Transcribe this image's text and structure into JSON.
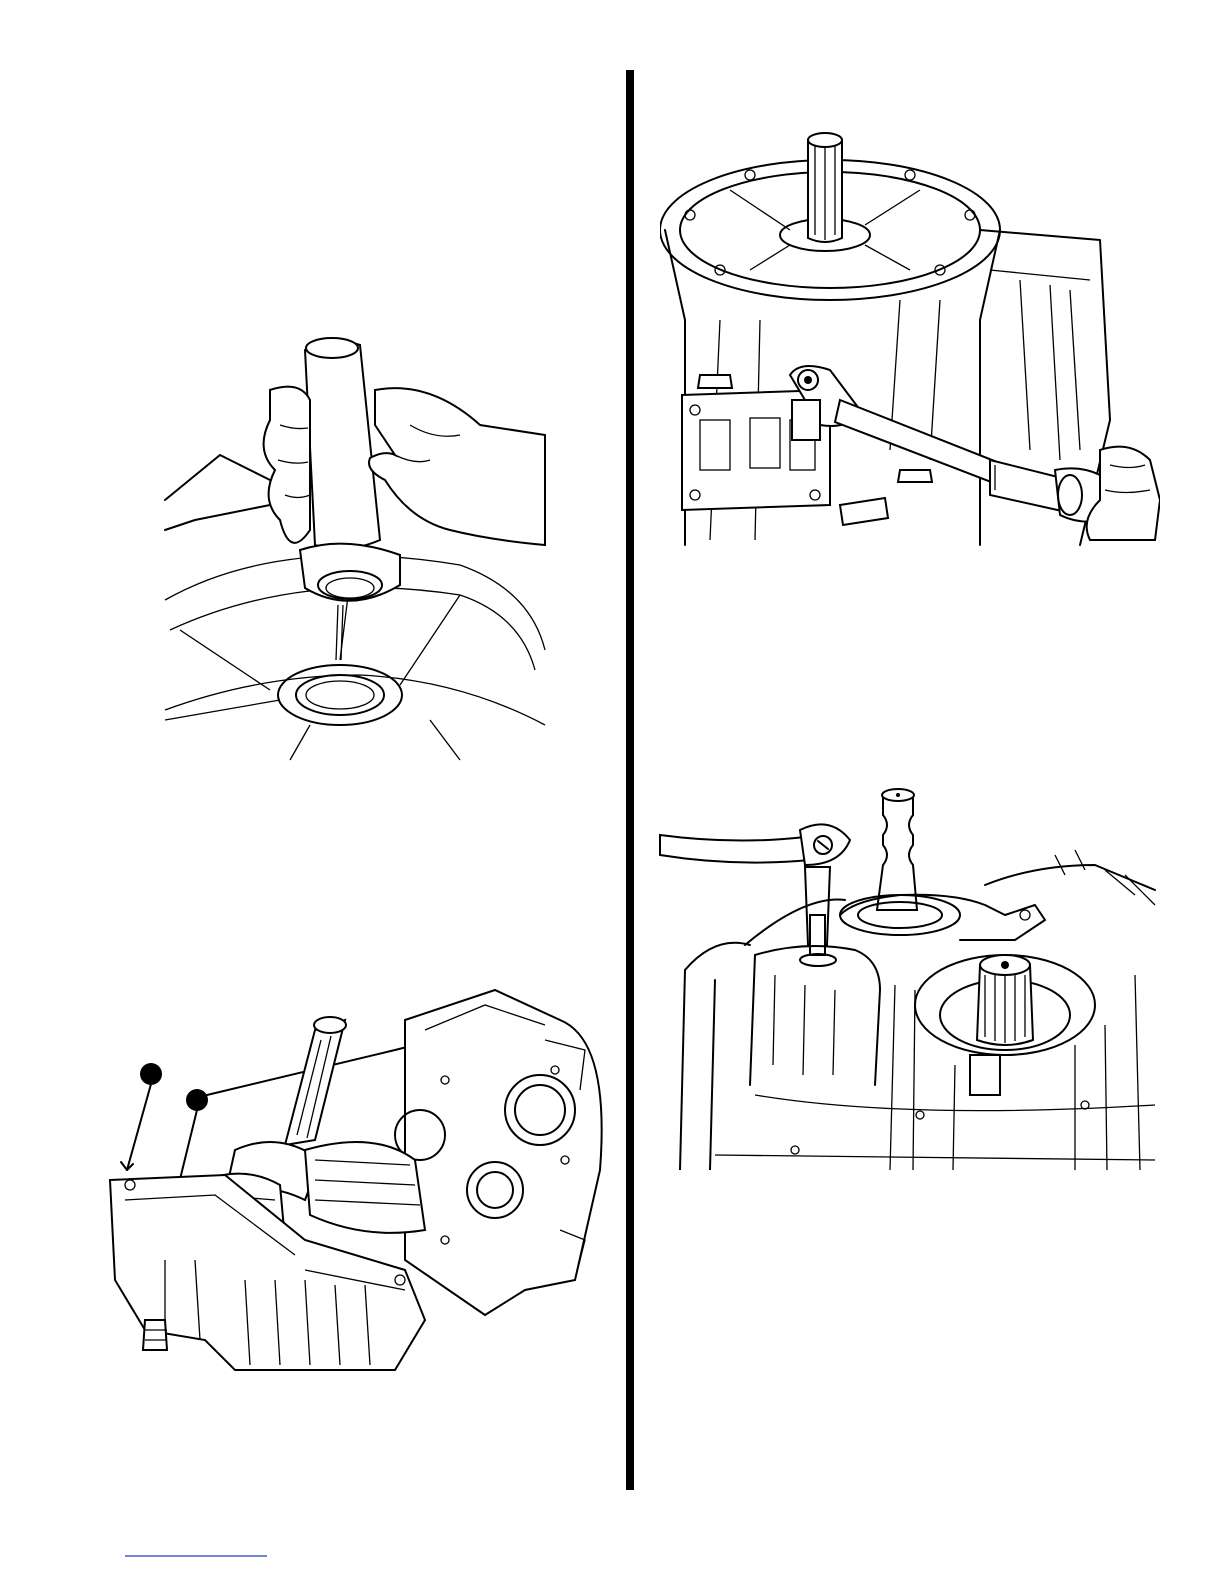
{
  "page": {
    "figures": [
      {
        "id": "seal-installer",
        "icon": "seal-installer-illustration"
      },
      {
        "id": "torque-wrench",
        "icon": "torque-wrench-illustration"
      },
      {
        "id": "gearset-housing",
        "icon": "gearset-assembly-illustration"
      },
      {
        "id": "bearing-retainer-bolt",
        "icon": "ratchet-bolt-illustration"
      }
    ],
    "callouts": [
      {
        "icon": "callout-dot-icon"
      },
      {
        "icon": "callout-dot-icon"
      }
    ],
    "colors": {
      "line_art": "#000000",
      "background": "#ffffff",
      "footer_rule": "#6e86d6"
    }
  }
}
